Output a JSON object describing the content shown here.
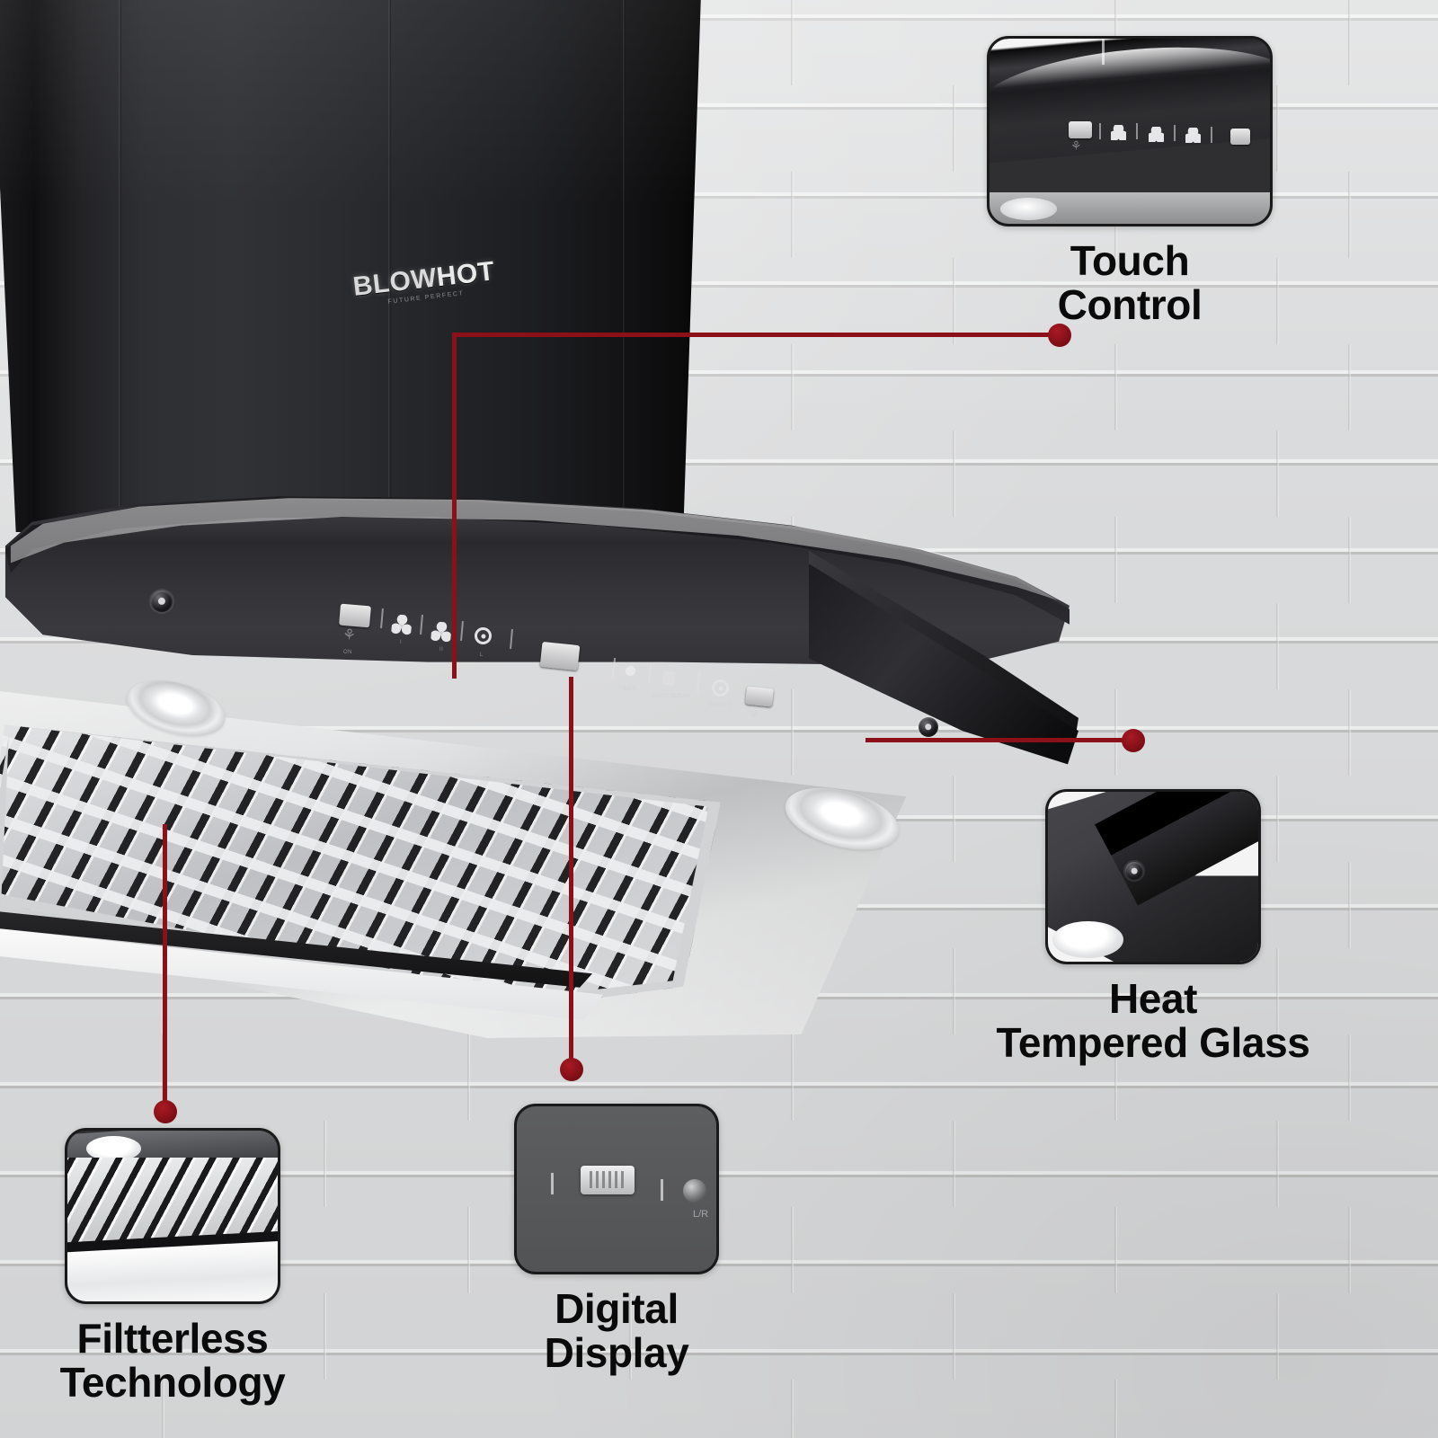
{
  "product": {
    "brand": "BLOWHOT",
    "brand_prefix": "BLOW",
    "brand_suffix": "HOT",
    "tagline": "FUTURE PERFECT",
    "type": "kitchen-chimney-range-hood"
  },
  "theme": {
    "background": "#d9dadb",
    "wall": "white-painted-brick",
    "accent_red": "#8c1018",
    "dot_red": "#a81a24",
    "label_color": "#0a0a0a",
    "chimney_black": "#2b2c2f",
    "glass_black": "#1c1c1f",
    "stainless": "#e7e8e9"
  },
  "callouts": [
    {
      "id": "touch-control",
      "label": "Touch\nControl",
      "line1": "Touch",
      "line2": "Control",
      "thumb": "close-up of black glass touch control strip with backlit icons"
    },
    {
      "id": "heat-tempered-glass",
      "label": "Heat\nTempered Glass",
      "line1": "Heat",
      "line2": "Tempered Glass",
      "thumb": "close-up of curved tempered glass edge with mounting screw"
    },
    {
      "id": "filtterless-technology",
      "label": "Filtterless\nTechnology",
      "line1": "Filtterless",
      "line2": "Technology",
      "thumb": "close-up of perforated baffle-free mesh panel and LED lamp"
    },
    {
      "id": "digital-display",
      "label": "Digital\nDisplay",
      "line1": "Digital",
      "line2": "Display",
      "thumb": "close-up of digital LCD display on control panel"
    }
  ],
  "control_panel": {
    "keys": [
      {
        "name": "display-readout",
        "glyph": "display"
      },
      {
        "name": "fan-speed-1",
        "glyph": "fan",
        "sublabel": "I"
      },
      {
        "name": "fan-speed-2",
        "glyph": "fan",
        "sublabel": "II"
      },
      {
        "name": "light-toggle",
        "glyph": "ring",
        "sublabel": "L"
      },
      {
        "name": "lcd-display",
        "glyph": "display"
      },
      {
        "name": "timer",
        "glyph": "dot",
        "sublabel": "TIMER"
      },
      {
        "name": "auto-clean",
        "glyph": "square",
        "sublabel": "AUTO CLEAN"
      },
      {
        "name": "power",
        "glyph": "ring",
        "sublabel": "ON/OFF"
      },
      {
        "name": "display-right",
        "glyph": "display"
      }
    ]
  }
}
